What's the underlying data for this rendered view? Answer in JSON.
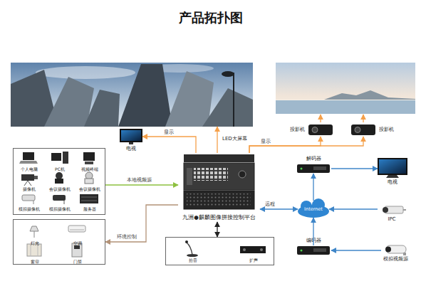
{
  "diagram": {
    "title": "产品拓扑图",
    "nodes": [
      {
        "text": [
          "LED大屏幕"
        ]
      },
      {
        "text": [
          "投影机"
        ]
      },
      {
        "text": [
          "投影机"
        ]
      },
      {
        "text": [
          "电视"
        ]
      },
      {
        "text": [
          "个人电脑",
          "PC机",
          "视频终端",
          "摄像机",
          "会议摄像机",
          "会议摄像机",
          "模拟摄像机",
          "模拟摄像机",
          "服务器"
        ]
      },
      {
        "text": [
          "九洲●麒麟图像拼接控制平台"
        ]
      },
      {
        "text": [
          "解码器"
        ]
      },
      {
        "text": [
          "电视"
        ]
      },
      {
        "text": [
          "Internet"
        ]
      },
      {
        "text": [
          "IPC"
        ]
      },
      {
        "text": [
          "灯光",
          "空调",
          "窗帘",
          "门禁"
        ]
      },
      {
        "text": [
          "拾音",
          "扩声"
        ]
      },
      {
        "text": [
          "编码器"
        ]
      },
      {
        "text": [
          "模拟视频源"
        ]
      }
    ],
    "edges": [
      {
        "from": 4,
        "to": 5,
        "label": "本地视频源",
        "arrow": "to"
      },
      {
        "from": 5,
        "to": 3,
        "label": "显示",
        "arrow": "to"
      },
      {
        "from": 5,
        "to": 0,
        "arrow": "to"
      },
      {
        "from": 5,
        "to": 1,
        "label": "显示",
        "arrow": "to"
      },
      {
        "from": 5,
        "to": 2,
        "arrow": "to"
      },
      {
        "from": 5,
        "to": 10,
        "label": "环境控制",
        "arrow": "to"
      },
      {
        "from": 5,
        "to": 11,
        "arrow": "both"
      },
      {
        "from": 5,
        "to": 8,
        "label": "远程",
        "arrow": "both"
      },
      {
        "from": 8,
        "to": 6,
        "arrow": "to"
      },
      {
        "from": 6,
        "to": 7,
        "arrow": "to"
      },
      {
        "from": 9,
        "to": 8,
        "arrow": "to"
      },
      {
        "from": 12,
        "to": 8,
        "arrow": "to"
      },
      {
        "from": 13,
        "to": 12,
        "arrow": "to"
      }
    ]
  }
}
